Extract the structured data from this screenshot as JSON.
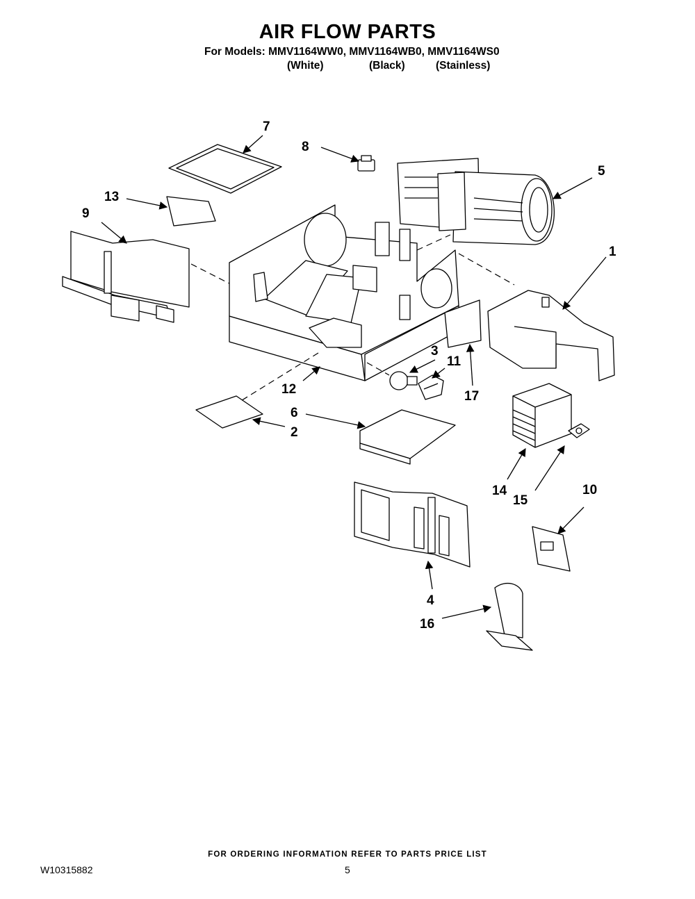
{
  "header": {
    "title": "AIR FLOW PARTS",
    "models_line": "For Models: MMV1164WW0, MMV1164WB0, MMV1164WS0",
    "variant_white": "(White)",
    "variant_black": "(Black)",
    "variant_stainless": "(Stainless)"
  },
  "diagram": {
    "callouts": [
      "1",
      "2",
      "3",
      "4",
      "5",
      "6",
      "7",
      "8",
      "9",
      "10",
      "11",
      "12",
      "13",
      "14",
      "15",
      "16",
      "17"
    ]
  },
  "footer": {
    "ordering_note": "FOR ORDERING INFORMATION REFER TO PARTS PRICE LIST",
    "doc_number": "W10315882",
    "page_number": "5"
  }
}
